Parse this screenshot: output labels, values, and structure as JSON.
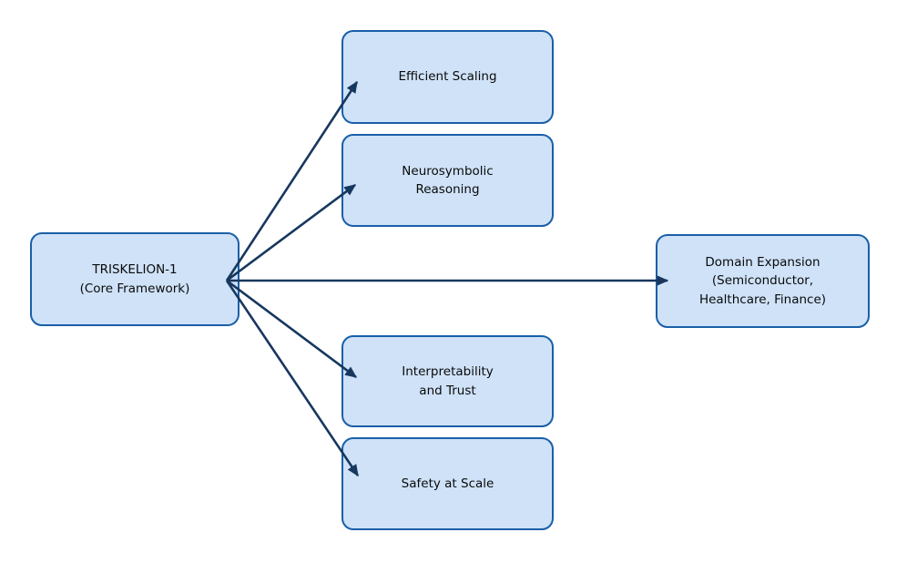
{
  "diagram": {
    "colors": {
      "background": "#ffffff",
      "node_fill": "#cfe2f8",
      "node_border": "#1a5fa8",
      "arrow": "#17375e",
      "text": "#0a0a0a"
    },
    "nodes": [
      {
        "id": "core",
        "label": "TRISKELION-1\n(Core Framework)"
      },
      {
        "id": "efficient-scaling",
        "label": "Efficient Scaling"
      },
      {
        "id": "neurosymbolic-reasoning",
        "label": "Neurosymbolic\nReasoning"
      },
      {
        "id": "domain-expansion",
        "label": "Domain Expansion\n(Semiconductor,\nHealthcare, Finance)"
      },
      {
        "id": "interpretability-trust",
        "label": "Interpretability\nand Trust"
      },
      {
        "id": "safety-at-scale",
        "label": "Safety at Scale"
      }
    ],
    "edges": [
      {
        "from": "core",
        "to": "efficient-scaling"
      },
      {
        "from": "core",
        "to": "neurosymbolic-reasoning"
      },
      {
        "from": "core",
        "to": "domain-expansion"
      },
      {
        "from": "core",
        "to": "interpretability-trust"
      },
      {
        "from": "core",
        "to": "safety-at-scale"
      }
    ]
  }
}
